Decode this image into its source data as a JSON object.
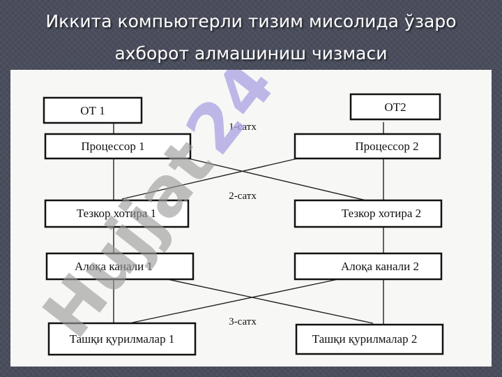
{
  "slide": {
    "title_line1": "Иккита компьютерли тизим мисолида ўзаро",
    "title_line2": "ахборот алмашиниш чизмаси"
  },
  "diagram": {
    "left": {
      "os": "ОТ 1",
      "processor": "Процессор 1",
      "memory": "Тезкор хотира 1",
      "channel": "Алоқа канали 1",
      "devices": "Ташқи қурилмалар 1"
    },
    "right": {
      "os": "ОТ2",
      "processor": "Процессор 2",
      "memory": "Тезкор хотира 2",
      "channel": "Алоқа канали 2",
      "devices": "Ташқи қурилмалар 2"
    },
    "levels": {
      "level1": "1-сатх",
      "level2": "2-сатх",
      "level3": "3-сатх"
    }
  },
  "watermark": {
    "text_main": "Hujjat",
    "text_accent": "24"
  }
}
